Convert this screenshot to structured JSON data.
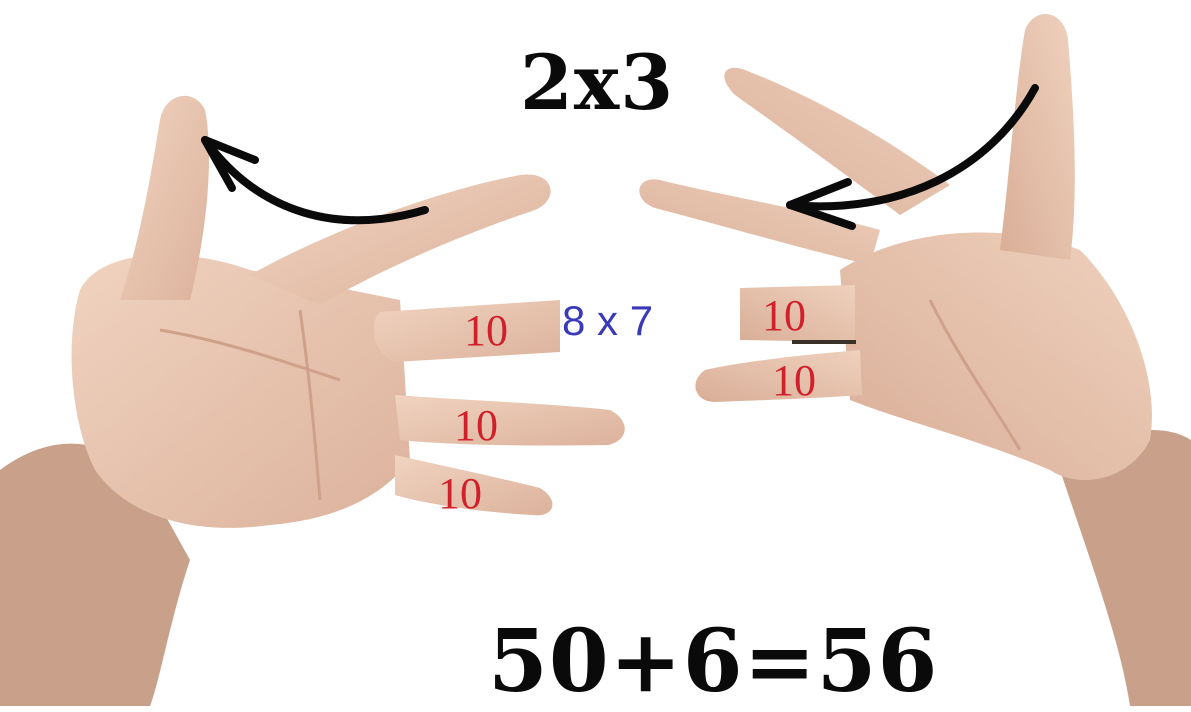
{
  "captions": {
    "top": "2x3",
    "bottom": "50+6=56"
  },
  "finger_labels": {
    "left_index": "10",
    "left_middle": "10",
    "left_ring": "10",
    "right_index": "10",
    "right_middle": "10",
    "equation": "8 x 7"
  },
  "colors": {
    "skin": "#e9c9b4",
    "skin_shadow": "#d8ad96",
    "label_red": "#d0202a",
    "label_blue": "#3a3ab8",
    "arrow": "#0a0a0a"
  },
  "icons": [
    "curved-arrow-left-icon",
    "curved-arrow-right-icon"
  ]
}
